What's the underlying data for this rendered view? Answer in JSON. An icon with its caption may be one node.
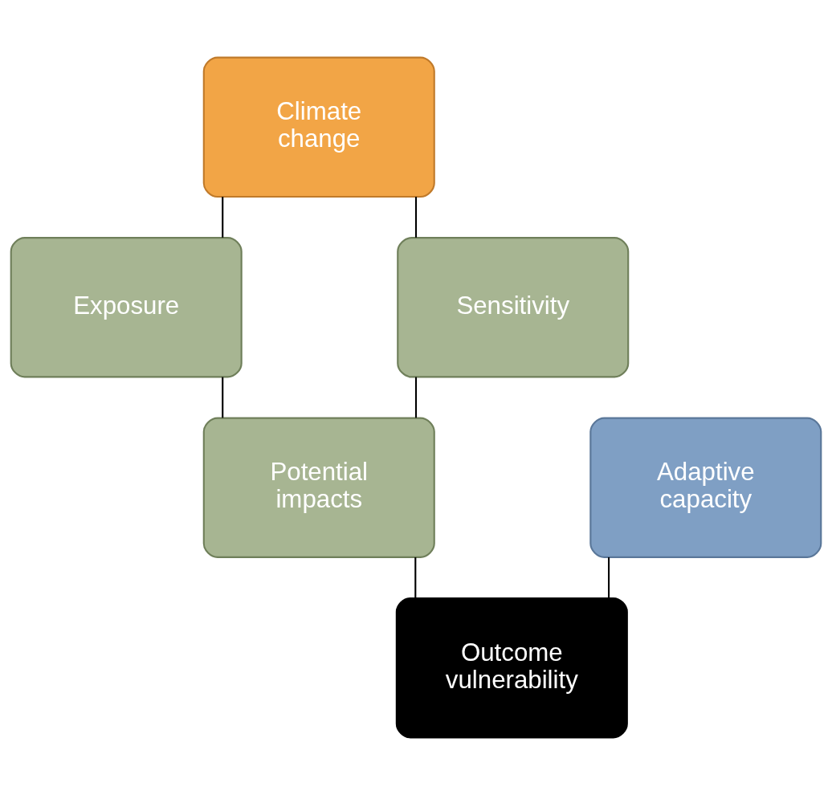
{
  "diagram": {
    "nodes": [
      {
        "text": [
          "Climate change"
        ]
      },
      {
        "text": [
          "Exposure"
        ]
      },
      {
        "text": [
          "Sensitivity"
        ]
      },
      {
        "text": [
          "Potential impacts"
        ]
      },
      {
        "text": [
          "Adaptive capacity"
        ]
      },
      {
        "text": [
          "Outcome vulnerability"
        ]
      }
    ],
    "edges": [
      {
        "from": 0,
        "to": 1,
        "arrow": "none"
      },
      {
        "from": 0,
        "to": 2,
        "arrow": "none"
      },
      {
        "from": 1,
        "to": 3,
        "arrow": "none"
      },
      {
        "from": 2,
        "to": 3,
        "arrow": "none"
      },
      {
        "from": 3,
        "to": 5,
        "arrow": "none"
      },
      {
        "from": 4,
        "to": 5,
        "arrow": "none"
      }
    ]
  }
}
